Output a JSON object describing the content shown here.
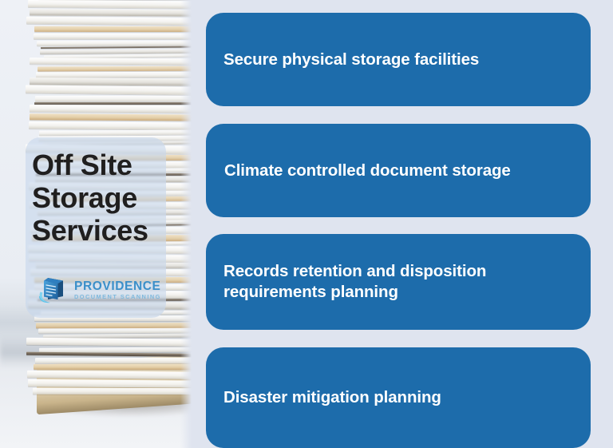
{
  "palette": {
    "page_background": "#dfe4ef",
    "card_blue": "#1d6cab",
    "card_text": "#ffffff",
    "title_text": "#201f1f",
    "overlay_tint": "#c4d6ec",
    "brand_name_blue": "#3b8fc9",
    "brand_tag_blue": "#7fb9de"
  },
  "hero": {
    "photo_alt": "stack-of-paper-documents-photo",
    "title": "Off Site Storage Services",
    "title_lines": [
      "Off Site",
      "Storage",
      "Services"
    ]
  },
  "brand": {
    "icon": "document-scanner-icon",
    "name": "PROVIDENCE",
    "tagline": "DOCUMENT SCANNING"
  },
  "services": {
    "items": [
      {
        "label": "Secure physical storage facilities"
      },
      {
        "label": "Climate controlled document storage"
      },
      {
        "label": "Records retention and disposition requirements planning"
      },
      {
        "label": "Disaster mitigation planning"
      }
    ]
  }
}
